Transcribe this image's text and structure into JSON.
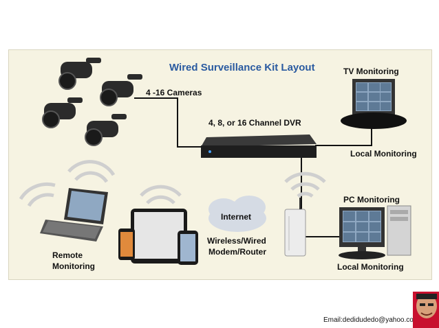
{
  "diagram": {
    "title": "Wired Surveillance Kit Layout",
    "labels": {
      "cameras": "4 -16 Cameras",
      "dvr": "4, 8, or 16 Channel DVR",
      "tv_monitoring": "TV Monitoring",
      "local_monitoring_tv": "Local Monitoring",
      "internet": "Internet",
      "router_line1": "Wireless/Wired",
      "router_line2": "Modem/Router",
      "pc_monitoring": "PC Monitoring",
      "local_monitoring_pc": "Local Monitoring",
      "remote_line1": "Remote",
      "remote_line2": "Monitoring"
    },
    "colors": {
      "title": "#2a5aa0",
      "panel": "#f6f3e2",
      "wire": "#111111",
      "wifi": "#c9c9c9",
      "device": "#2b2b2b"
    }
  },
  "footer": {
    "email": "Email:dediduded​o@yahoo.com"
  }
}
